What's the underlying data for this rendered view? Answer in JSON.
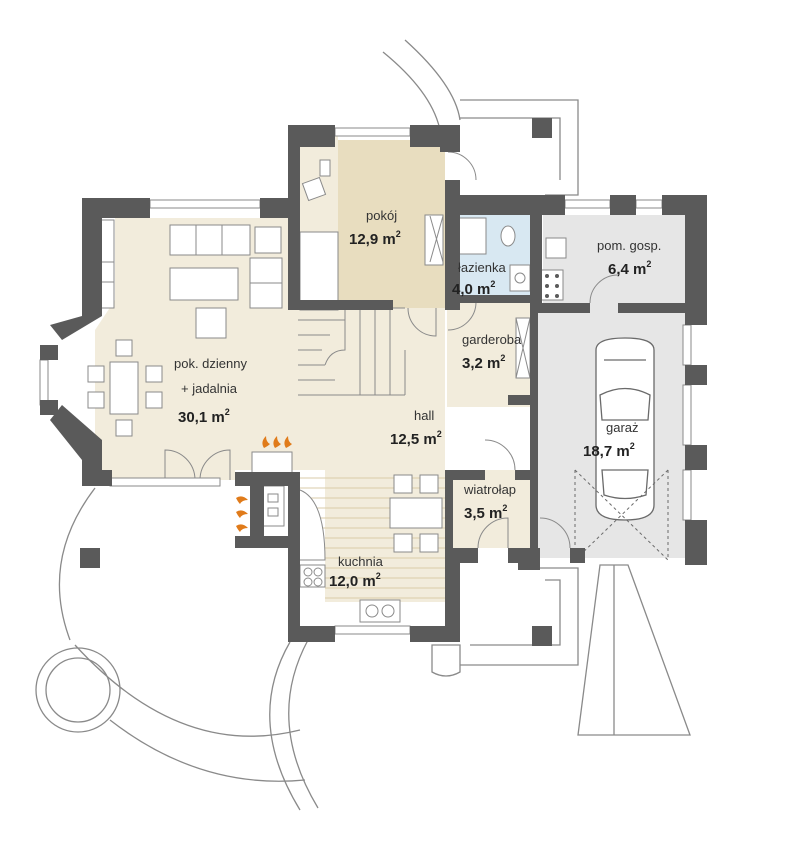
{
  "colors": {
    "wall": "#5a5a5a",
    "living_floor": "#f2ecdc",
    "pokoj_floor": "#e8ddbf",
    "bathroom_floor": "#d8e8f2",
    "garage_floor": "#e6e6e6",
    "line": "#8a8a8a",
    "fire": "#e07b1a",
    "text": "#333333"
  },
  "rooms": [
    {
      "id": "pokoj",
      "name": "pokój",
      "area": "12,9 m",
      "sup": "2"
    },
    {
      "id": "lazienka",
      "name": "łazienka",
      "area": "4,0 m",
      "sup": "2"
    },
    {
      "id": "pom-gosp",
      "name": "pom. gosp.",
      "area": "6,4 m",
      "sup": "2"
    },
    {
      "id": "pok-dzienny",
      "name": "pok. dzienny",
      "name2": "+ jadalnia",
      "area": "30,1 m",
      "sup": "2"
    },
    {
      "id": "garderoba",
      "name": "garderoba",
      "area": "3,2 m",
      "sup": "2"
    },
    {
      "id": "hall",
      "name": "hall",
      "area": "12,5 m",
      "sup": "2"
    },
    {
      "id": "garaz",
      "name": "garaż",
      "area": "18,7 m",
      "sup": "2"
    },
    {
      "id": "wiatrolap",
      "name": "wiatrołap",
      "area": "3,5 m",
      "sup": "2"
    },
    {
      "id": "kuchnia",
      "name": "kuchnia",
      "area": "12,0 m",
      "sup": "2"
    }
  ]
}
